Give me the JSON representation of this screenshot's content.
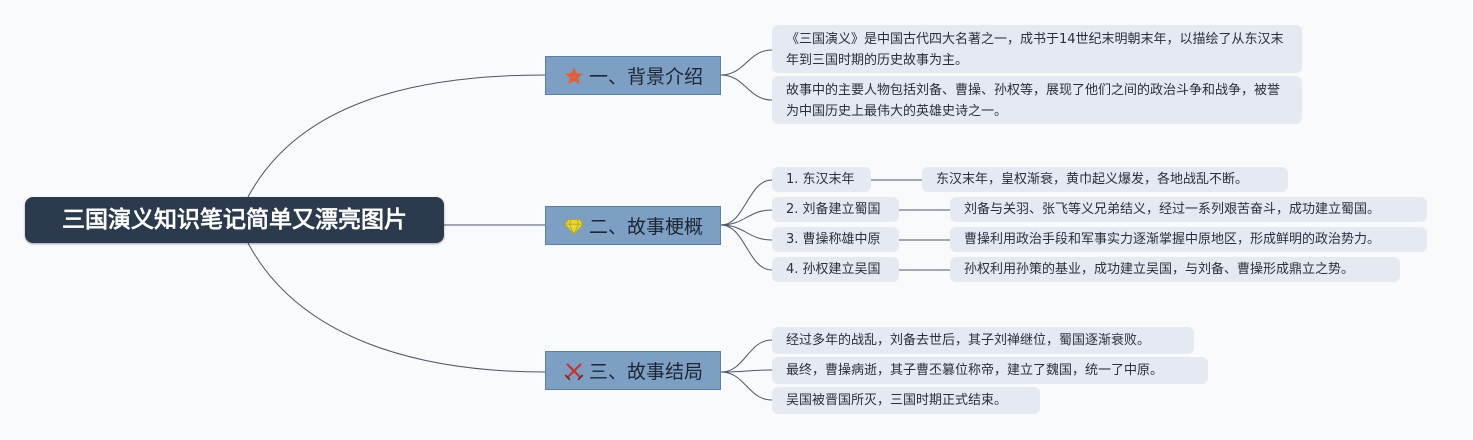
{
  "root": {
    "title": "三国演义知识笔记简单又漂亮图片"
  },
  "branches": [
    {
      "label": "一、背景介绍",
      "icon": "star-icon",
      "icon_color": "#e0603b",
      "items": [
        "《三国演义》是中国古代四大名著之一，成书于14世纪末明朝末年，以描绘了从东汉末年到三国时期的历史故事为主。",
        "故事中的主要人物包括刘备、曹操、孙权等，展现了他们之间的政治斗争和战争，被誉为中国历史上最伟大的英雄史诗之一。"
      ]
    },
    {
      "label": "二、故事梗概",
      "icon": "diamond-icon",
      "icon_color": "#e8d63a",
      "items": [
        {
          "title": "1. 东汉末年",
          "detail": "东汉末年，皇权渐衰，黄巾起义爆发，各地战乱不断。"
        },
        {
          "title": "2. 刘备建立蜀国",
          "detail": "刘备与关羽、张飞等义兄弟结义，经过一系列艰苦奋斗，成功建立蜀国。"
        },
        {
          "title": "3. 曹操称雄中原",
          "detail": "曹操利用政治手段和军事实力逐渐掌握中原地区，形成鲜明的政治势力。"
        },
        {
          "title": "4. 孙权建立吴国",
          "detail": "孙权利用孙策的基业，成功建立吴国，与刘备、曹操形成鼎立之势。"
        }
      ]
    },
    {
      "label": "三、故事结局",
      "icon": "crossed-swords-icon",
      "icon_color": "#c0392b",
      "items": [
        "经过多年的战乱，刘备去世后，其子刘禅继位，蜀国逐渐衰败。",
        "最终，曹操病逝，其子曹丕篡位称帝，建立了魏国，统一了中原。",
        "吴国被晋国所灭，三国时期正式结束。"
      ]
    }
  ],
  "colors": {
    "root_bg": "#2c3a4d",
    "branch_bg": "#7e9fc4",
    "leaf_bg": "#e5e9f1",
    "line": "#4a5566"
  }
}
